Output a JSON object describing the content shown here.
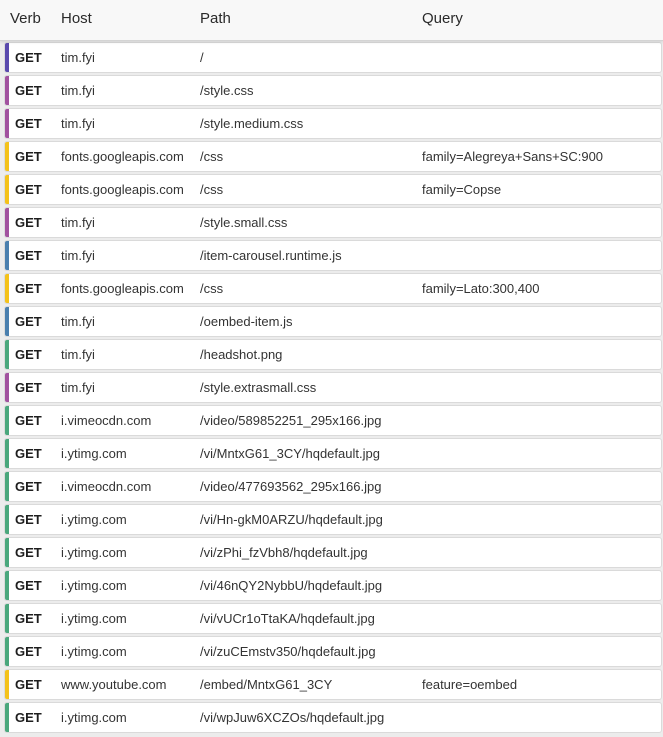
{
  "columns": {
    "verb": "Verb",
    "host": "Host",
    "path": "Path",
    "query": "Query"
  },
  "colors": {
    "html": "#5a4aad",
    "css": "#a1529f",
    "font": "#f4c21a",
    "script": "#4a7fae",
    "image": "#4aa77c"
  },
  "rows": [
    {
      "verb": "GET",
      "host": "tim.fyi",
      "path": "/",
      "query": "",
      "kind": "html"
    },
    {
      "verb": "GET",
      "host": "tim.fyi",
      "path": "/style.css",
      "query": "",
      "kind": "css"
    },
    {
      "verb": "GET",
      "host": "tim.fyi",
      "path": "/style.medium.css",
      "query": "",
      "kind": "css"
    },
    {
      "verb": "GET",
      "host": "fonts.googleapis.com",
      "path": "/css",
      "query": "family=Alegreya+Sans+SC:900",
      "kind": "font"
    },
    {
      "verb": "GET",
      "host": "fonts.googleapis.com",
      "path": "/css",
      "query": "family=Copse",
      "kind": "font"
    },
    {
      "verb": "GET",
      "host": "tim.fyi",
      "path": "/style.small.css",
      "query": "",
      "kind": "css"
    },
    {
      "verb": "GET",
      "host": "tim.fyi",
      "path": "/item-carousel.runtime.js",
      "query": "",
      "kind": "script"
    },
    {
      "verb": "GET",
      "host": "fonts.googleapis.com",
      "path": "/css",
      "query": "family=Lato:300,400",
      "kind": "font"
    },
    {
      "verb": "GET",
      "host": "tim.fyi",
      "path": "/oembed-item.js",
      "query": "",
      "kind": "script"
    },
    {
      "verb": "GET",
      "host": "tim.fyi",
      "path": "/headshot.png",
      "query": "",
      "kind": "image"
    },
    {
      "verb": "GET",
      "host": "tim.fyi",
      "path": "/style.extrasmall.css",
      "query": "",
      "kind": "css"
    },
    {
      "verb": "GET",
      "host": "i.vimeocdn.com",
      "path": "/video/589852251_295x166.jpg",
      "query": "",
      "kind": "image"
    },
    {
      "verb": "GET",
      "host": "i.ytimg.com",
      "path": "/vi/MntxG61_3CY/hqdefault.jpg",
      "query": "",
      "kind": "image"
    },
    {
      "verb": "GET",
      "host": "i.vimeocdn.com",
      "path": "/video/477693562_295x166.jpg",
      "query": "",
      "kind": "image"
    },
    {
      "verb": "GET",
      "host": "i.ytimg.com",
      "path": "/vi/Hn-gkM0ARZU/hqdefault.jpg",
      "query": "",
      "kind": "image"
    },
    {
      "verb": "GET",
      "host": "i.ytimg.com",
      "path": "/vi/zPhi_fzVbh8/hqdefault.jpg",
      "query": "",
      "kind": "image"
    },
    {
      "verb": "GET",
      "host": "i.ytimg.com",
      "path": "/vi/46nQY2NybbU/hqdefault.jpg",
      "query": "",
      "kind": "image"
    },
    {
      "verb": "GET",
      "host": "i.ytimg.com",
      "path": "/vi/vUCr1oTtaKA/hqdefault.jpg",
      "query": "",
      "kind": "image"
    },
    {
      "verb": "GET",
      "host": "i.ytimg.com",
      "path": "/vi/zuCEmstv350/hqdefault.jpg",
      "query": "",
      "kind": "image"
    },
    {
      "verb": "GET",
      "host": "www.youtube.com",
      "path": "/embed/MntxG61_3CY",
      "query": "feature=oembed",
      "kind": "font"
    },
    {
      "verb": "GET",
      "host": "i.ytimg.com",
      "path": "/vi/wpJuw6XCZOs/hqdefault.jpg",
      "query": "",
      "kind": "image"
    }
  ]
}
